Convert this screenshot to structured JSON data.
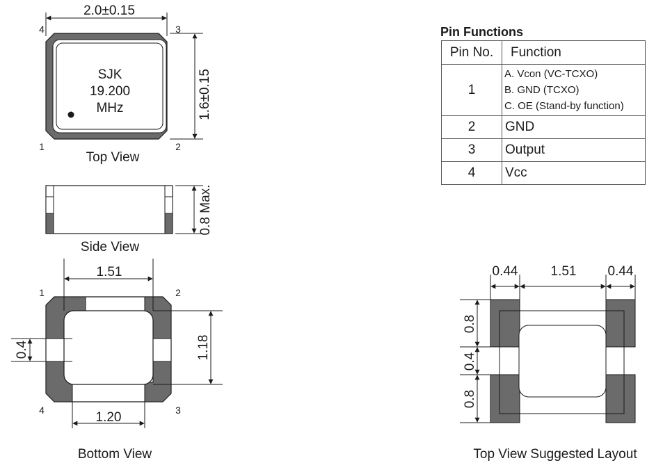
{
  "top_view": {
    "caption": "Top View",
    "width_dim": "2.0±0.15",
    "height_dim": "1.6±0.15",
    "marking": [
      "SJK",
      "19.200",
      "MHz"
    ],
    "pins": {
      "p1": "1",
      "p2": "2",
      "p3": "3",
      "p4": "4"
    }
  },
  "side_view": {
    "caption": "Side View",
    "height_dim": "0.8 Max."
  },
  "bottom_view": {
    "caption": "Bottom View",
    "top_dim": "1.51",
    "bottom_dim": "1.20",
    "right_dim": "1.18",
    "left_dim": "0.4",
    "pins": {
      "p1": "1",
      "p2": "2",
      "p3": "3",
      "p4": "4"
    }
  },
  "layout_view": {
    "caption": "Top View Suggested Layout",
    "top_dims": [
      "0.44",
      "1.51",
      "0.44"
    ],
    "left_dims": [
      "0.8",
      "0.4",
      "0.8"
    ]
  },
  "pin_functions": {
    "title": "Pin Functions",
    "headers": {
      "no": "Pin No.",
      "function": "Function"
    },
    "rows": [
      {
        "no": "1",
        "lines": [
          "A. Vcon (VC-TCXO)",
          "B. GND (TCXO)",
          "C. OE (Stand-by function)"
        ]
      },
      {
        "no": "2",
        "lines": [
          "GND"
        ]
      },
      {
        "no": "3",
        "lines": [
          "Output"
        ]
      },
      {
        "no": "4",
        "lines": [
          "Vcc"
        ]
      }
    ]
  },
  "colors": {
    "pad": "#6b6b6b",
    "line": "#1a1a1a"
  }
}
